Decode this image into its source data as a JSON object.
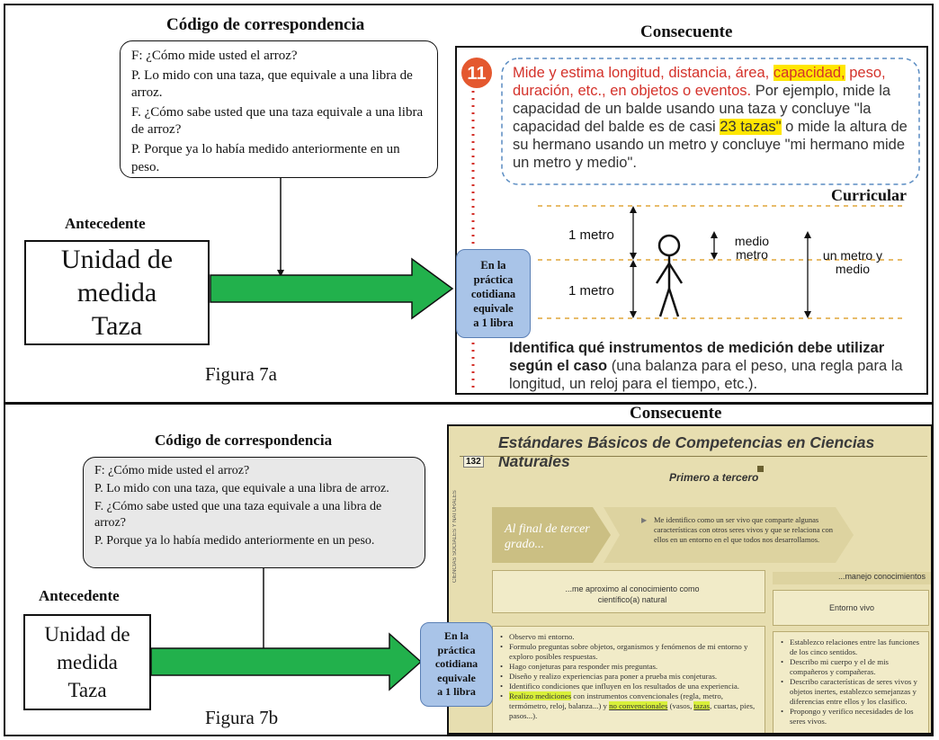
{
  "colors": {
    "arrow": "#22b14c",
    "badge": "#a9c4e8",
    "panel_bg": "#e7deb0",
    "highlight": "#ffe600",
    "red_text": "#d4322b"
  },
  "top": {
    "code_title": "Código de correspondencia",
    "dialog": [
      "F: ¿Cómo mide usted el arroz?",
      "P. Lo mido con una taza, que equivale a una libra de arroz.",
      "F. ¿Cómo sabe usted que una taza equivale a una libra de arroz?",
      "P. Porque ya lo había medido anteriormente en un peso."
    ],
    "antecedent_label": "Antecedente",
    "unit_lines": [
      "Unidad de",
      "medida",
      "Taza"
    ],
    "figure_label": "Figura 7a",
    "consequent_label": "Consecuente",
    "badge_lines": [
      "En la",
      "práctica",
      "cotidiana",
      "equivale",
      "a 1 libra"
    ],
    "curricular_label": "Curricular",
    "item_number": "11",
    "item_text_red": "Mide y estima longitud, distancia, área,",
    "item_text_red_hl": "capacidad,",
    "item_text_red2": "peso, duración, etc., en objetos o eventos.",
    "item_text_rest1": "Por ejemplo, mide la capacidad de un balde usando una taza y concluye \"la capacidad del balde es de casi",
    "item_text_hl2": "23 tazas\"",
    "item_text_rest2": "o mide la altura de su hermano usando un metro y concluye \"mi hermano mide un metro y medio\".",
    "measure": {
      "one_meter_a": "1 metro",
      "one_meter_b": "1 metro",
      "half_meter": "medio metro",
      "meter_and_half": "un metro y medio"
    },
    "bottom_bold": "Identifica qué instrumentos de medición debe utilizar según el caso",
    "bottom_rest": "(una balanza para el peso, una regla para la longitud, un reloj para el tiempo, etc.)."
  },
  "bottom": {
    "code_title": "Código de correspondencia",
    "dialog": [
      "F: ¿Cómo mide usted el arroz?",
      "P. Lo mido con una taza, que equivale a una libra de arroz.",
      "F. ¿Cómo sabe usted que una taza equivale a una libra de arroz?",
      "P. Porque ya lo había medido anteriormente en un peso."
    ],
    "antecedent_label": "Antecedente",
    "unit_lines": [
      "Unidad de",
      "medida",
      "Taza"
    ],
    "figure_label": "Figura 7b",
    "consequent_label": "Consecuente",
    "badge_lines": [
      "En la",
      "práctica",
      "cotidiana",
      "equivale",
      "a 1 libra"
    ],
    "standards": {
      "title": "Estándares Básicos de Competencias en Ciencias Naturales",
      "page_number": "132",
      "side_text": "CIENCIAS SOCIALES Y NATURALES",
      "grades": "Primero a tercero",
      "banner_left": "Al final de tercer grado...",
      "banner_right": "Me identifico como un ser vivo que comparte algunas características con otros seres vivos y que se relaciona con ellos en un entorno en el que todos nos desarrollamos.",
      "col1_header": "...me aproximo al conocimiento como científico(a) natural",
      "col2_tag": "...manejo conocimientos",
      "col2_header": "Entorno vivo",
      "col1_items": [
        "Observo mi entorno.",
        "Formulo preguntas sobre objetos, organismos y fenómenos de mi entorno y exploro posibles respuestas.",
        "Hago conjeturas para responder mis preguntas.",
        "Diseño y realizo experiencias para poner a prueba mis conjeturas.",
        "Identifico condiciones que influyen en los resultados de una experiencia."
      ],
      "col1_last_hl1": "Realizo mediciones",
      "col1_last_mid": "con instrumentos convencionales (regla, metro, termómetro, reloj, balanza...) y",
      "col1_last_hl2": "no convencionales",
      "col1_last_mid2": "(vasos,",
      "col1_last_hl3": "tazas",
      "col1_last_end": ", cuartas, pies, pasos...).",
      "col2_items": [
        "Establezco relaciones entre las funciones de los cinco sentidos.",
        "Describo mi cuerpo y el de mis compañeros y compañeras.",
        "Describo características de seres vivos y objetos inertes, establezco semejanzas y diferencias entre ellos y los clasifico.",
        "Propongo y verifico necesidades de los seres vivos."
      ]
    }
  }
}
